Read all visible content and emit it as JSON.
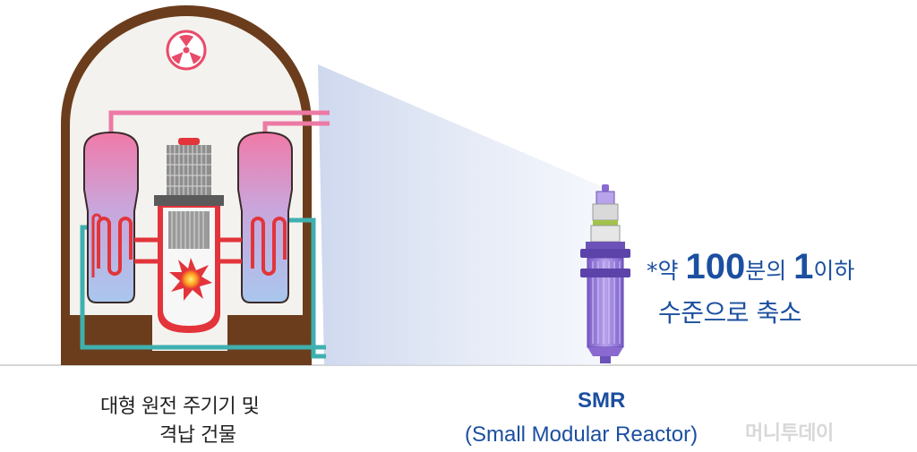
{
  "left_caption": {
    "line1": "대형 원전 주기기 및",
    "line2": "격납 건물"
  },
  "smr_caption": {
    "title": "SMR",
    "subtitle": "(Small Modular Reactor)"
  },
  "note": {
    "prefix": "*약 ",
    "number1": "100",
    "middle": "분의 ",
    "number2": "1",
    "suffix": "이하",
    "line2": "수준으로 축소"
  },
  "watermark": "머니투데이",
  "colors": {
    "building_brown": "#6b3d1c",
    "dome_fill": "#f4f2ee",
    "text_blue": "#1b4fa0",
    "pink_pipe": "#ec7aa4",
    "teal_pipe": "#3fb0b0",
    "red_pipe": "#e2343a",
    "smr_purple": "#8a6ad0"
  },
  "icons": {
    "hazard": "radiation-icon",
    "core": "reactor-core-icon"
  }
}
